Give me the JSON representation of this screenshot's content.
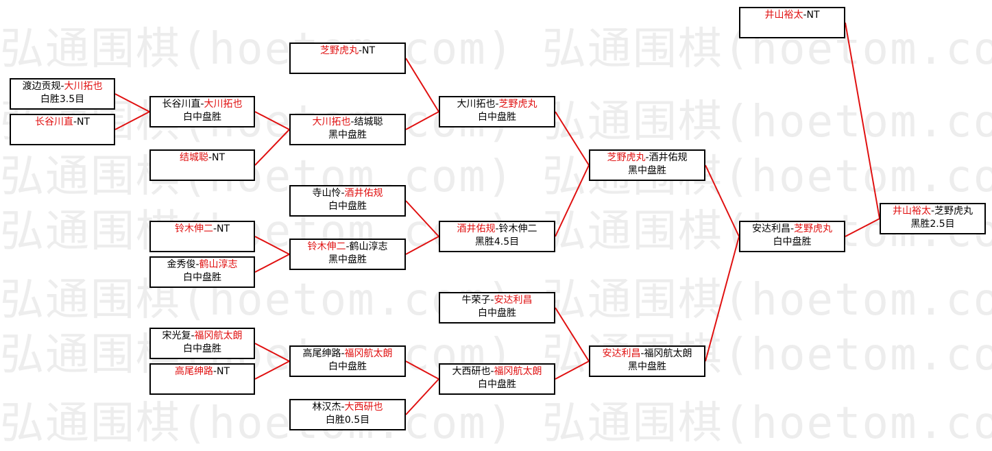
{
  "watermark": "弘通围棋(hoetom.com) 弘通围棋(hoetom.com) 弘通",
  "line_color": "#e01010",
  "accent_text_color": "#e01010",
  "boxes": [
    {
      "id": "r1a",
      "parts": [
        {
          "t": "渡边贡规-",
          "w": false
        },
        {
          "t": "大川拓也",
          "w": true
        }
      ],
      "result": "白胜3.5目"
    },
    {
      "id": "r1b",
      "parts": [
        {
          "t": "长谷川直",
          "w": true
        },
        {
          "t": "-NT",
          "w": false
        }
      ],
      "result": ""
    },
    {
      "id": "r1c",
      "parts": [
        {
          "t": "结城聪",
          "w": true
        },
        {
          "t": "-NT",
          "w": false
        }
      ],
      "result": ""
    },
    {
      "id": "r1d",
      "parts": [
        {
          "t": "铃木伸二",
          "w": true
        },
        {
          "t": "-NT",
          "w": false
        }
      ],
      "result": ""
    },
    {
      "id": "r1e",
      "parts": [
        {
          "t": "金秀俊-",
          "w": false
        },
        {
          "t": "鹤山淳志",
          "w": true
        }
      ],
      "result": "白中盘胜"
    },
    {
      "id": "r1f",
      "parts": [
        {
          "t": "宋光复-",
          "w": false
        },
        {
          "t": "福冈航太朗",
          "w": true
        }
      ],
      "result": "白中盘胜"
    },
    {
      "id": "r1g",
      "parts": [
        {
          "t": "高尾绅路",
          "w": true
        },
        {
          "t": "-NT",
          "w": false
        }
      ],
      "result": ""
    },
    {
      "id": "r2a",
      "parts": [
        {
          "t": "长谷川直-",
          "w": false
        },
        {
          "t": "大川拓也",
          "w": true
        }
      ],
      "result": "白中盘胜"
    },
    {
      "id": "r2b",
      "parts": [
        {
          "t": "芝野虎丸",
          "w": true
        },
        {
          "t": "-NT",
          "w": false
        }
      ],
      "result": ""
    },
    {
      "id": "r2c",
      "parts": [
        {
          "t": "大川拓也",
          "w": true
        },
        {
          "t": "-结城聪",
          "w": false
        }
      ],
      "result": "黑中盘胜"
    },
    {
      "id": "r2d",
      "parts": [
        {
          "t": "寺山怜-",
          "w": false
        },
        {
          "t": "酒井佑规",
          "w": true
        }
      ],
      "result": "白中盘胜"
    },
    {
      "id": "r2e",
      "parts": [
        {
          "t": "铃木伸二",
          "w": true
        },
        {
          "t": "-鹤山淳志",
          "w": false
        }
      ],
      "result": "黑中盘胜"
    },
    {
      "id": "r2f",
      "parts": [
        {
          "t": "高尾绅路-",
          "w": false
        },
        {
          "t": "福冈航太朗",
          "w": true
        }
      ],
      "result": "白中盘胜"
    },
    {
      "id": "r2g",
      "parts": [
        {
          "t": "林汉杰-",
          "w": false
        },
        {
          "t": "大西研也",
          "w": true
        }
      ],
      "result": "白胜0.5目"
    },
    {
      "id": "r3a",
      "parts": [
        {
          "t": "大川拓也-",
          "w": false
        },
        {
          "t": "芝野虎丸",
          "w": true
        }
      ],
      "result": "白中盘胜"
    },
    {
      "id": "r3b",
      "parts": [
        {
          "t": "酒井佑规",
          "w": true
        },
        {
          "t": "-铃木伸二",
          "w": false
        }
      ],
      "result": "黑胜4.5目"
    },
    {
      "id": "r3c",
      "parts": [
        {
          "t": "牛荣子-",
          "w": false
        },
        {
          "t": "安达利昌",
          "w": true
        }
      ],
      "result": "白中盘胜"
    },
    {
      "id": "r3d",
      "parts": [
        {
          "t": "大西研也-",
          "w": false
        },
        {
          "t": "福冈航太朗",
          "w": true
        }
      ],
      "result": "白中盘胜"
    },
    {
      "id": "r4a",
      "parts": [
        {
          "t": "芝野虎丸",
          "w": true
        },
        {
          "t": "-酒井佑规",
          "w": false
        }
      ],
      "result": "黑中盘胜"
    },
    {
      "id": "r4b",
      "parts": [
        {
          "t": "安达利昌",
          "w": true
        },
        {
          "t": "-福冈航太朗",
          "w": false
        }
      ],
      "result": "黑中盘胜"
    },
    {
      "id": "r5a",
      "parts": [
        {
          "t": "安达利昌-",
          "w": false
        },
        {
          "t": "芝野虎丸",
          "w": true
        }
      ],
      "result": "白中盘胜"
    },
    {
      "id": "r6a",
      "parts": [
        {
          "t": "井山裕太",
          "w": true
        },
        {
          "t": "-NT",
          "w": false
        }
      ],
      "result": ""
    },
    {
      "id": "final",
      "parts": [
        {
          "t": "井山裕太",
          "w": true
        },
        {
          "t": "-芝野虎丸",
          "w": false
        }
      ],
      "result": "黑胜2.5目"
    }
  ]
}
